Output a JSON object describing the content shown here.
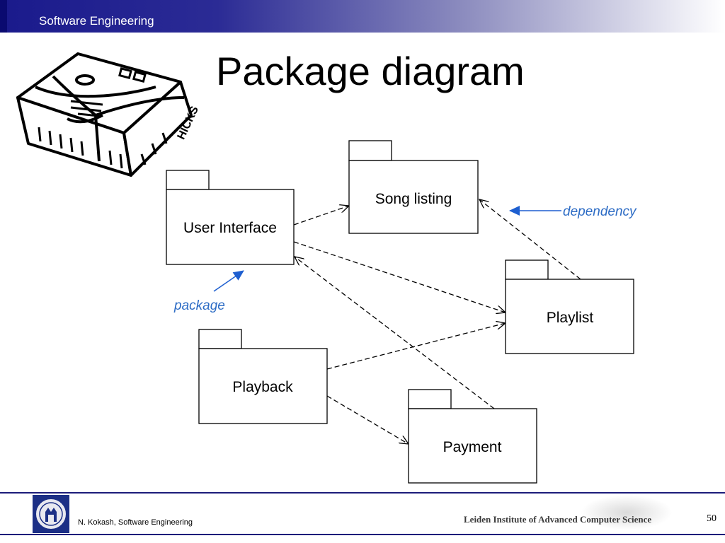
{
  "header": {
    "title": "Software Engineering"
  },
  "slide": {
    "title": "Package diagram"
  },
  "packages": {
    "user_interface": "User Interface",
    "song_listing": "Song listing",
    "playlist": "Playlist",
    "playback": "Playback",
    "payment": "Payment"
  },
  "annotations": {
    "dependency": "dependency",
    "package": "package"
  },
  "logo_text": "HICKS",
  "footer": {
    "author": "N. Kokash, Software Engineering",
    "institute": "Leiden Institute of Advanced Computer Science",
    "page": "50"
  },
  "colors": {
    "header_bar": "#1a1a8c",
    "annotation": "#2d6cc5",
    "footer_line": "#1c1c7a"
  }
}
